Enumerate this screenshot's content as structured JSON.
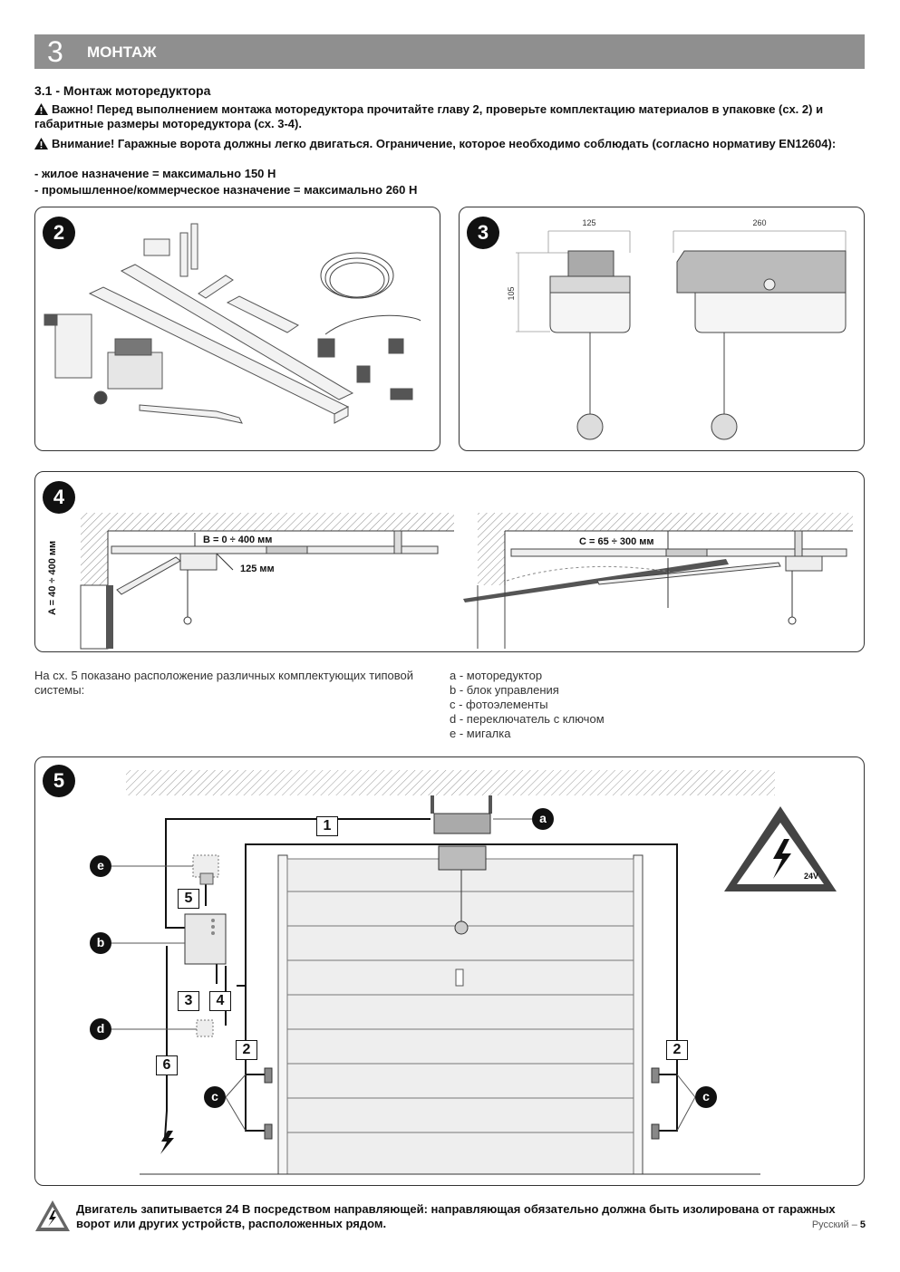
{
  "header": {
    "number": "3",
    "title": "МОНТАЖ"
  },
  "section": {
    "title": "3.1 - Монтаж моторедуктора",
    "important": "Важно! Перед выполнением монтажа моторедуктора прочитайте главу 2, проверьте комплектацию материалов в упаковке (сх. 2) и габаритные размеры моторедуктора (сх. 3-4).",
    "attention": "Внимание! Гаражные ворота должны легко двигаться. Ограничение, которое необходимо соблюдать (согласно нормативу EN12604):",
    "limit_residential": "- жилое назначение = максимально 150 Н",
    "limit_industrial": "- промышленное/коммерческое назначение = максимально 260 Н"
  },
  "fig2": {
    "number": "2"
  },
  "fig3": {
    "number": "3",
    "dim_width_small": "125",
    "dim_height": "105",
    "dim_width_large": "260"
  },
  "fig4": {
    "number": "4",
    "dim_a": "A = 40 ÷ 400 мм",
    "dim_b": "B = 0 ÷ 400 мм",
    "dim_125": "125 мм",
    "dim_c": "C = 65 ÷ 300 мм"
  },
  "intro": "На сх. 5 показано расположение различных комплектующих типовой системы:",
  "legend": [
    "a - моторедуктор",
    "b - блок управления",
    "c - фотоэлементы",
    "d - переключатель с ключом",
    "e - мигалка"
  ],
  "fig5": {
    "number": "5",
    "labels": {
      "a": "a",
      "b": "b",
      "c": "c",
      "d": "d",
      "e": "e"
    },
    "cables": [
      "1",
      "2",
      "3",
      "4",
      "5",
      "6"
    ],
    "voltage": "24V"
  },
  "bottom_note": "Двигатель запитывается 24 В посредством направляющей: направляющая обязательно должна быть изолирована от гаражных ворот или других устройств, расположенных рядом.",
  "footer": {
    "language": "Русский – ",
    "page": "5"
  }
}
